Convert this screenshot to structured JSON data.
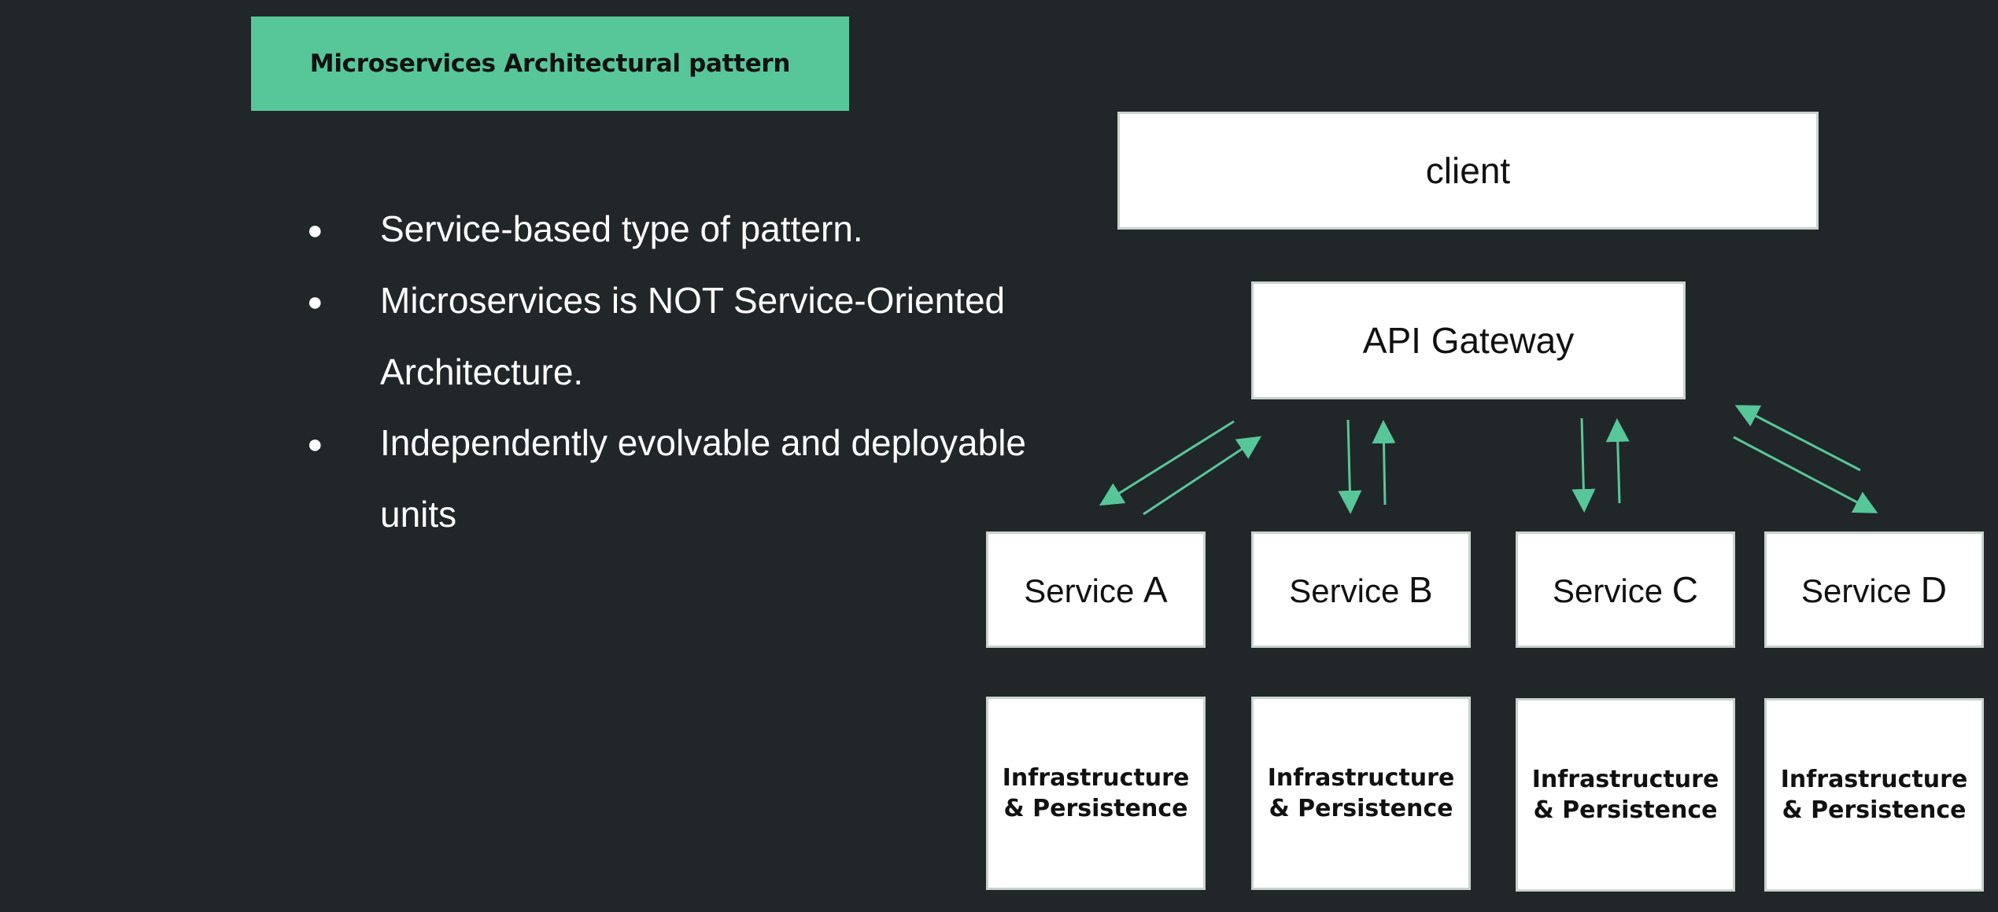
{
  "slide": {
    "title": "Microservices Architectural pattern",
    "bullets": [
      {
        "lines": [
          "Service-based type of pattern."
        ]
      },
      {
        "lines": [
          "Microservices is NOT Service-Oriented",
          "Architecture."
        ]
      },
      {
        "lines": [
          "Independently evolvable and deployable",
          "units"
        ]
      }
    ]
  },
  "diagram": {
    "client_label": "client",
    "gateway_label": "API Gateway",
    "services": [
      {
        "prefix": "Service ",
        "letter": "A",
        "infra_line1": "Infrastructure",
        "infra_line2": "& Persistence"
      },
      {
        "prefix": "Service ",
        "letter": "B",
        "infra_line1": "Infrastructure",
        "infra_line2": "& Persistence"
      },
      {
        "prefix": "Service ",
        "letter": "C",
        "infra_line1": "Infrastructure",
        "infra_line2": "& Persistence"
      },
      {
        "prefix": "Service ",
        "letter": "D",
        "infra_line1": "Infrastructure",
        "infra_line2": "& Persistence"
      }
    ],
    "colors": {
      "background": "#212628",
      "accent": "#57c79a",
      "arrow": "#57c79a",
      "box_fill": "#ffffff"
    }
  }
}
